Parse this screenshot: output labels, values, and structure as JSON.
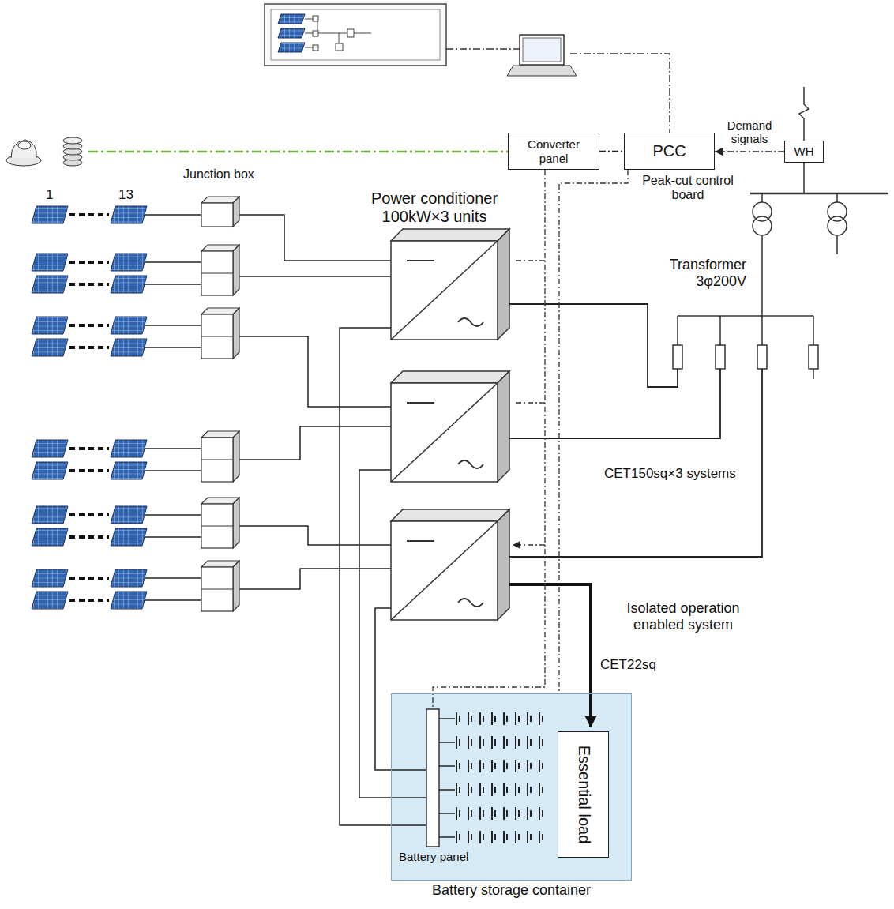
{
  "diagram": {
    "nodes": [
      {
        "text": [
          "Converter panel"
        ]
      },
      {
        "text": [
          "PCC"
        ]
      },
      {
        "text": [
          "WH"
        ]
      },
      {
        "text": [
          "Battery storage container"
        ]
      },
      {
        "text": [
          "Essential load"
        ],
        "in": 3
      }
    ],
    "edges": [
      {
        "from": 0,
        "to": 1,
        "arrow": "none"
      },
      {
        "from": 2,
        "to": 1,
        "label": "Demand signals",
        "arrow": "to"
      }
    ],
    "labels": [
      "1",
      "13",
      "Junction box",
      "Power conditioner 100kW×3 units",
      "Peak-cut control board",
      "Transformer 3φ200V",
      "CET150sq×3 systems",
      "Isolated operation enabled system",
      "CET22sq",
      "Battery panel"
    ]
  }
}
